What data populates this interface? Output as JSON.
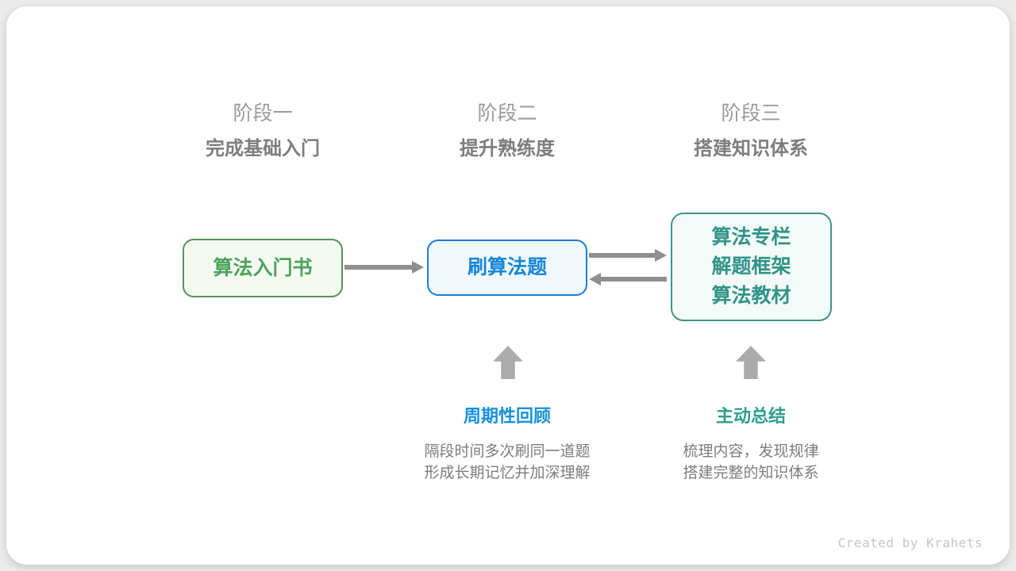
{
  "stages": [
    {
      "label": "阶段一",
      "subtitle": "完成基础入门"
    },
    {
      "label": "阶段二",
      "subtitle": "提升熟练度"
    },
    {
      "label": "阶段三",
      "subtitle": "搭建知识体系"
    }
  ],
  "boxes": {
    "beginner_book": {
      "lines": [
        "算法入门书"
      ]
    },
    "practice_problems": {
      "lines": [
        "刷算法题"
      ]
    },
    "knowledge_system": {
      "lines": [
        "算法专栏",
        "解题框架",
        "算法教材"
      ]
    }
  },
  "annotations": {
    "periodic_review": {
      "title": "周期性回顾",
      "desc_line1": "隔段时间多次刷同一道题",
      "desc_line2": "形成长期记忆并加深理解"
    },
    "active_summary": {
      "title": "主动总结",
      "desc_line1": "梳理内容，发现规律",
      "desc_line2": "搭建完整的知识体系"
    }
  },
  "footer": {
    "credit": "Created by Krahets"
  },
  "colors": {
    "page_background": "#ebebeb",
    "card_background": "#ffffff",
    "stage_label": "#9a9a9a",
    "stage_subtitle": "#7d7d7d",
    "green_box_border": "#55935c",
    "green_box_text": "#4ca45a",
    "green_box_fill": "#f4faf2",
    "blue_box_border": "#1b7dd4",
    "blue_box_text": "#1787d8",
    "blue_box_fill": "#f0f8fd",
    "teal_box_border": "#3d9589",
    "teal_box_text": "#319488",
    "teal_box_fill": "#f3faf7",
    "arrow_gray": "#8f8f8f",
    "up_arrow_gray": "#ababab",
    "annotation_blue": "#1791dc",
    "annotation_teal": "#2f9e8e",
    "desc_gray": "#7d7d7d",
    "credit_gray": "#c6c6c6"
  }
}
